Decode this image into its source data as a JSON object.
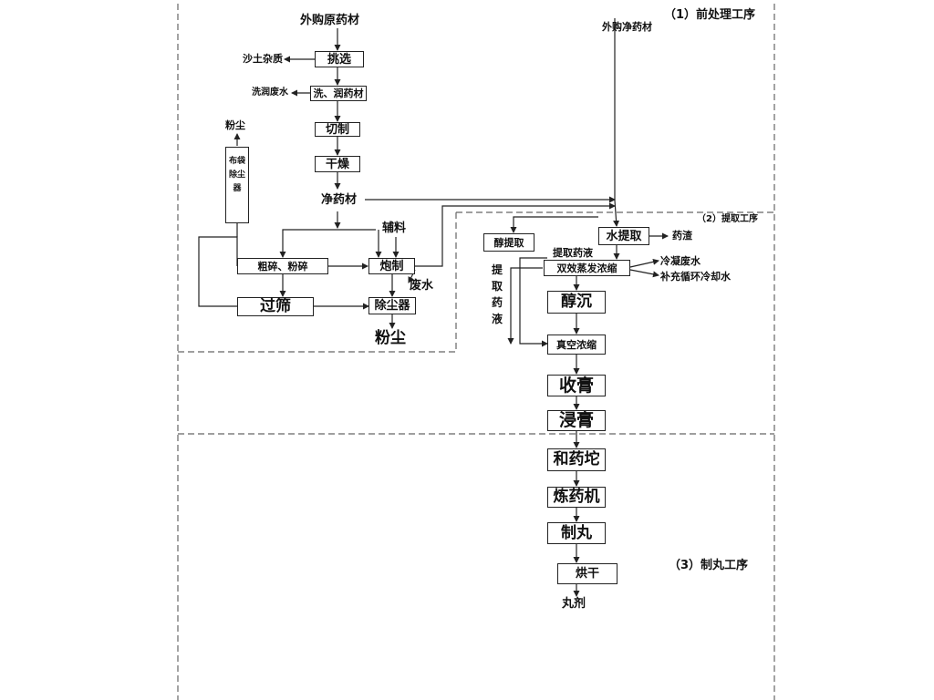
{
  "sections": {
    "s1": "（1）前处理工序",
    "s2": "（2）提取工序",
    "s3": "（3）制丸工序"
  },
  "inputs": {
    "raw_herbs": "外购原药材",
    "clean_herbs_external": "外购净药材"
  },
  "boxes": {
    "pick": "挑选",
    "wash": "洗、润药材",
    "cut": "切制",
    "dry": "干燥",
    "bag_filter": "布袋除尘器",
    "crush": "粗碎、粉碎",
    "process": "炮制",
    "sieve": "过筛",
    "dust_remover": "除尘器",
    "alcohol_extract": "醇提取",
    "water_extract": "水提取",
    "double_evap": "双效蒸发浓缩",
    "alcohol_precip": "醇沉",
    "vacuum_conc": "真空浓缩",
    "paste_collect": "收膏",
    "soak_paste": "浸膏",
    "mixer": "和药坨",
    "refiner": "炼药机",
    "pill_making": "制丸",
    "drying_oven": "烘干"
  },
  "outputs": {
    "sand": "沙土杂质",
    "wash_water": "洗润废水",
    "dust_top": "粉尘",
    "clean_herbs": "净药材",
    "aux": "辅料",
    "waste_water": "废水",
    "dust_bottom": "粉尘",
    "residue": "药渣",
    "extract_liquid": "提取药液",
    "extract_vertical": "提取药液",
    "condensate": "冷凝废水",
    "cooling_water": "补充循环冷却水",
    "pills": "丸剂"
  }
}
